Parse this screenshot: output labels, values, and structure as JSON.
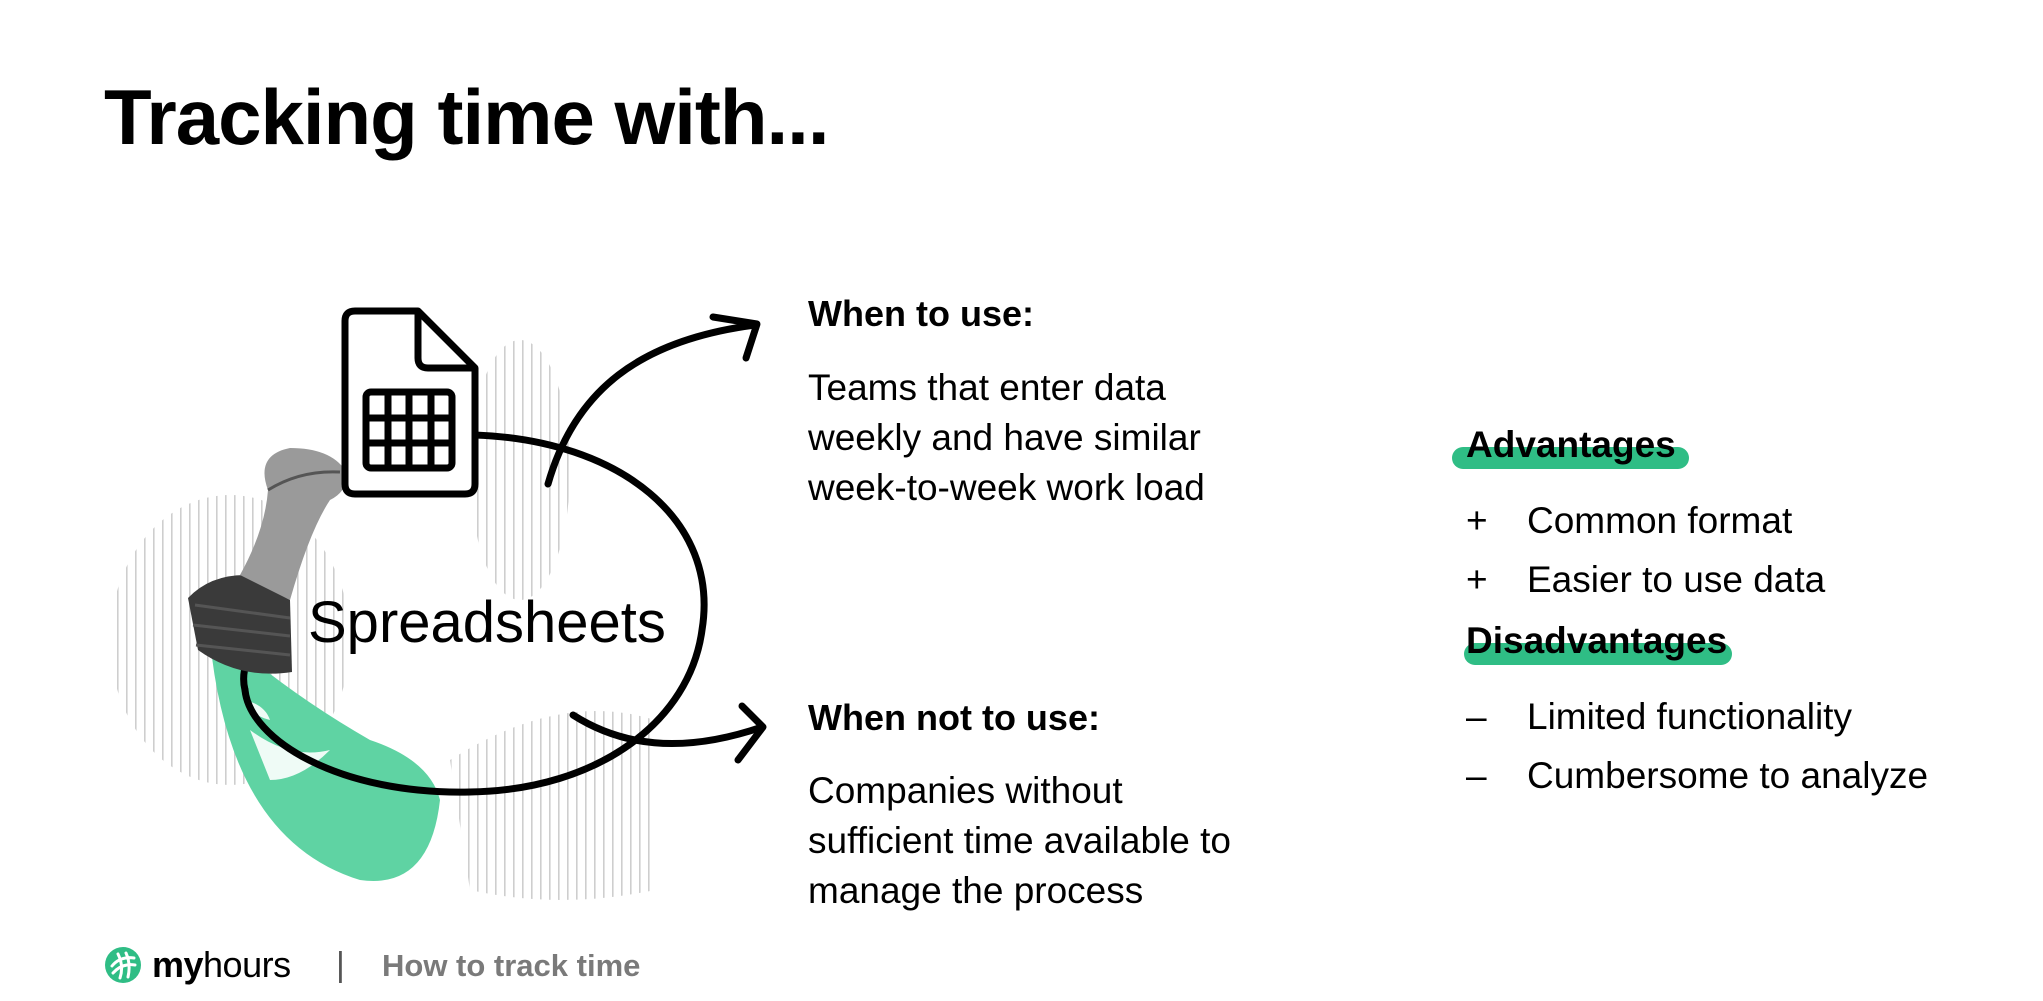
{
  "title": "Tracking time with...",
  "center_label": "Spreadsheets",
  "when_to_use": {
    "heading": "When to use:",
    "lines": [
      "Teams that enter data",
      "weekly and have similar",
      "week-to-week work load"
    ]
  },
  "when_not_to_use": {
    "heading": "When not to use:",
    "lines": [
      "Companies without",
      "sufficient time available to",
      "manage the process"
    ]
  },
  "advantages": {
    "heading": "Advantages",
    "items": [
      {
        "mark": "+",
        "text": "Common format"
      },
      {
        "mark": "+",
        "text": "Easier to use data"
      }
    ]
  },
  "disadvantages": {
    "heading": "Disadvantages",
    "items": [
      {
        "mark": "–",
        "text": "Limited functionality"
      },
      {
        "mark": "–",
        "text": "Cumbersome to analyze"
      }
    ]
  },
  "footer": {
    "logo_bold": "my",
    "logo_regular": "hours",
    "separator": "|",
    "text": "How to track time"
  },
  "colors": {
    "accent_green": "#2fbd85",
    "blob_green": "#5fd3a3"
  },
  "icons": [
    "spreadsheet-file-icon",
    "hand-image",
    "curved-arrow-icon",
    "myhours-logo-icon"
  ]
}
